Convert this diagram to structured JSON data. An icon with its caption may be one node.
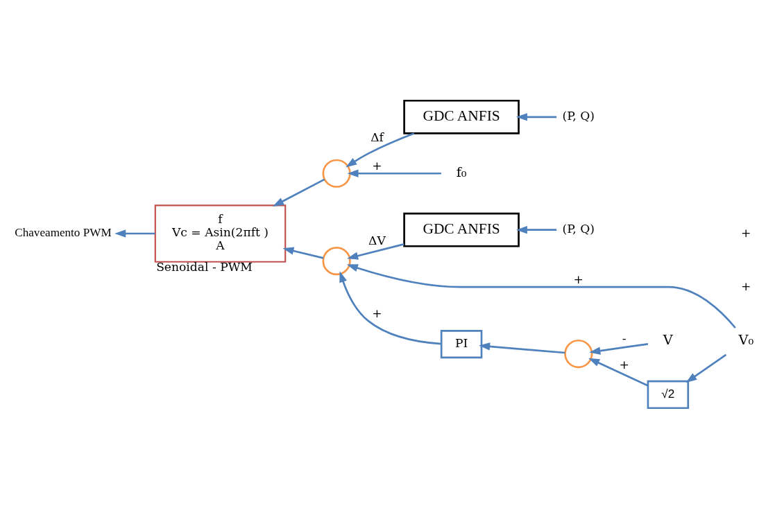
{
  "diagram": {
    "nodes": [
      {
        "text": [
          "f₀"
        ]
      },
      {
        "text": [],
        "shape": "circle"
      },
      {
        "text": [
          "GDC ANFIS"
        ]
      },
      {
        "text": [
          "(P, Q)"
        ]
      },
      {
        "text": [
          "f",
          "Vc = Asin(2πft )",
          "A"
        ],
        "beside": [
          "Senoidal - PWM"
        ]
      },
      {
        "text": [
          "Chaveamento PWM"
        ]
      },
      {
        "text": [],
        "shape": "circle"
      },
      {
        "text": [
          "V₀"
        ]
      },
      {
        "text": [
          "GDC ANFIS"
        ]
      },
      {
        "text": [
          "(P, Q)"
        ]
      },
      {
        "text": [
          "√2"
        ]
      },
      {
        "text": [
          "PI"
        ]
      },
      {
        "text": [],
        "shape": "circle"
      },
      {
        "text": [
          "V"
        ]
      }
    ],
    "edges": [
      {
        "from": 0,
        "to": 1,
        "arrow": "to",
        "label": "+"
      },
      {
        "from": 3,
        "to": 2,
        "arrow": "to"
      },
      {
        "from": 2,
        "to": 1,
        "arrow": "to",
        "label": "Δf"
      },
      {
        "from": 1,
        "to": 4,
        "arrow": "to"
      },
      {
        "from": 4,
        "to": 5,
        "arrow": "to"
      },
      {
        "from": 6,
        "to": 4,
        "arrow": "to"
      },
      {
        "from": 7,
        "to": 6,
        "arrow": "to",
        "label": "+"
      },
      {
        "from": 9,
        "to": 8,
        "arrow": "to"
      },
      {
        "from": 8,
        "to": 6,
        "arrow": "to",
        "label": "ΔV"
      },
      {
        "from": 7,
        "to": 10,
        "arrow": "to"
      },
      {
        "from": 11,
        "to": 6,
        "arrow": "to",
        "label": "+"
      },
      {
        "from": 12,
        "to": 11,
        "arrow": "to"
      },
      {
        "from": 10,
        "to": 12,
        "arrow": "to",
        "label": "+"
      },
      {
        "from": 13,
        "to": 12,
        "arrow": "to",
        "label": "-"
      }
    ],
    "labels": [
      "+",
      "+"
    ]
  }
}
